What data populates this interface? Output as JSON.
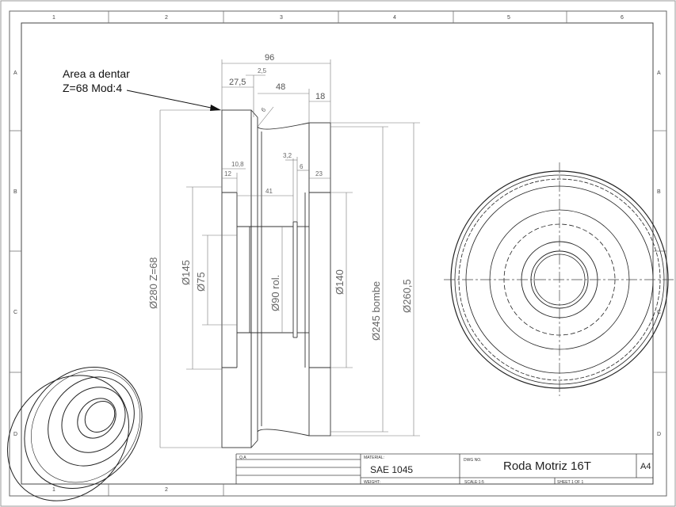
{
  "sheet": {
    "zones_top": [
      "1",
      "2",
      "3",
      "4",
      "5",
      "6"
    ],
    "zones_bottom": [
      "1",
      "2"
    ],
    "zones_side": [
      "A",
      "B",
      "C",
      "D"
    ]
  },
  "callout": {
    "line1": "Area a dentar",
    "line2": "Z=68 Mod:4"
  },
  "dims": {
    "d96": "96",
    "d27_5": "27,5",
    "d2_5": "2,5",
    "d48": "48",
    "d18": "18",
    "d6": "6",
    "d10_8": "10,8",
    "d12": "12",
    "d3_2": "3,2",
    "d6b": "6",
    "d23": "23",
    "d41": "41",
    "dia280": "Ø280 Z=68",
    "dia145": "Ø145",
    "dia75": "Ø75",
    "dia90": "Ø90 rol.",
    "dia140": "Ø140",
    "dia245": "Ø245 bombe",
    "dia260": "Ø260,5"
  },
  "title_block": {
    "qa_label": "Q.A",
    "material_label": "MATERIAL:",
    "material_value": "SAE 1045",
    "dwg_label": "DWG NO.",
    "dwg_title": "Roda Motriz 16T",
    "size": "A4",
    "weight_label": "WEIGHT:",
    "scale_label": "SCALE:1:5",
    "sheet_label": "SHEET 1 OF 1"
  }
}
